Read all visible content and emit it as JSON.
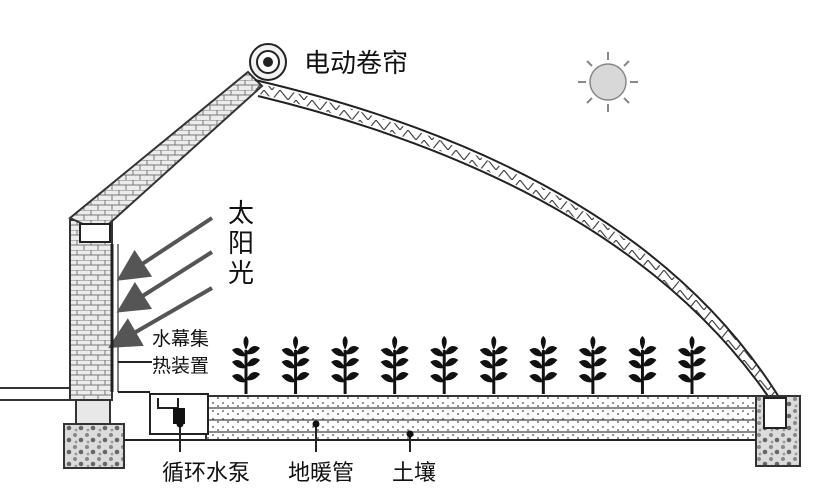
{
  "labels": {
    "roller_blind": "电动卷帘",
    "sunlight": [
      "太",
      "阳",
      "光"
    ],
    "water_curtain": [
      "水幕集",
      "热装置"
    ],
    "pump": "循环水泵",
    "floor_heating": "地暖管",
    "soil": "土壤"
  },
  "colors": {
    "line": "#222222",
    "wall_fill": "#e9e9e9",
    "sun": "#d8d8d8"
  },
  "plants": {
    "count": 10
  }
}
